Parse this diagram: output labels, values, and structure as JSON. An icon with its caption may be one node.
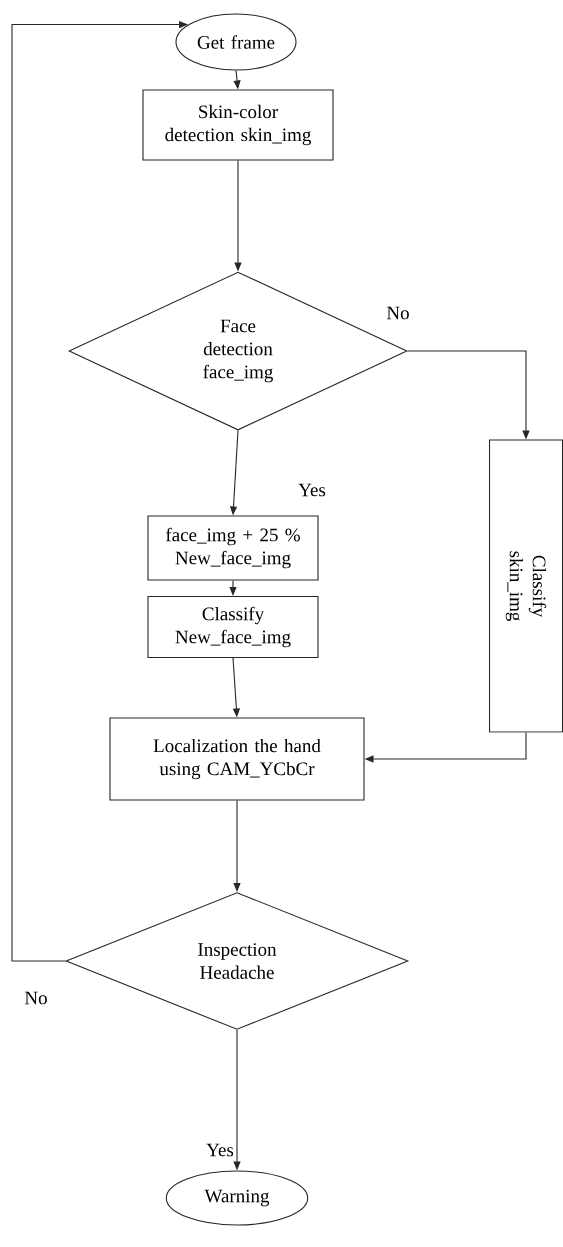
{
  "diagram": {
    "nodes": [
      {
        "text": [
          "Get frame"
        ]
      },
      {
        "text": [
          "Skin-color detection skin_img"
        ]
      },
      {
        "text": [
          "Face detection face_img"
        ]
      },
      {
        "text": [
          "face_img + 25 % New_face_img"
        ]
      },
      {
        "text": [
          "Classify New_face_img"
        ]
      },
      {
        "text": [
          "Classify skin_img"
        ]
      },
      {
        "text": [
          "Localization the hand using CAM_YCbCr"
        ]
      },
      {
        "text": [
          "Inspection Headache"
        ]
      },
      {
        "text": [
          "Warning"
        ]
      }
    ],
    "edges": [
      {
        "from": 0,
        "to": 1,
        "arrow": "to"
      },
      {
        "from": 1,
        "to": 2,
        "arrow": "to"
      },
      {
        "from": 2,
        "to": 3,
        "arrow": "to",
        "label": "Yes"
      },
      {
        "from": 2,
        "to": 5,
        "arrow": "to",
        "label": "No"
      },
      {
        "from": 3,
        "to": 4,
        "arrow": "to"
      },
      {
        "from": 4,
        "to": 6,
        "arrow": "to"
      },
      {
        "from": 5,
        "to": 6,
        "arrow": "to"
      },
      {
        "from": 7,
        "to": 0,
        "arrow": "to",
        "label": "No"
      },
      {
        "from": 6,
        "to": 7,
        "arrow": "to"
      },
      {
        "from": 7,
        "to": 8,
        "arrow": "to",
        "label": "Yes"
      }
    ]
  }
}
